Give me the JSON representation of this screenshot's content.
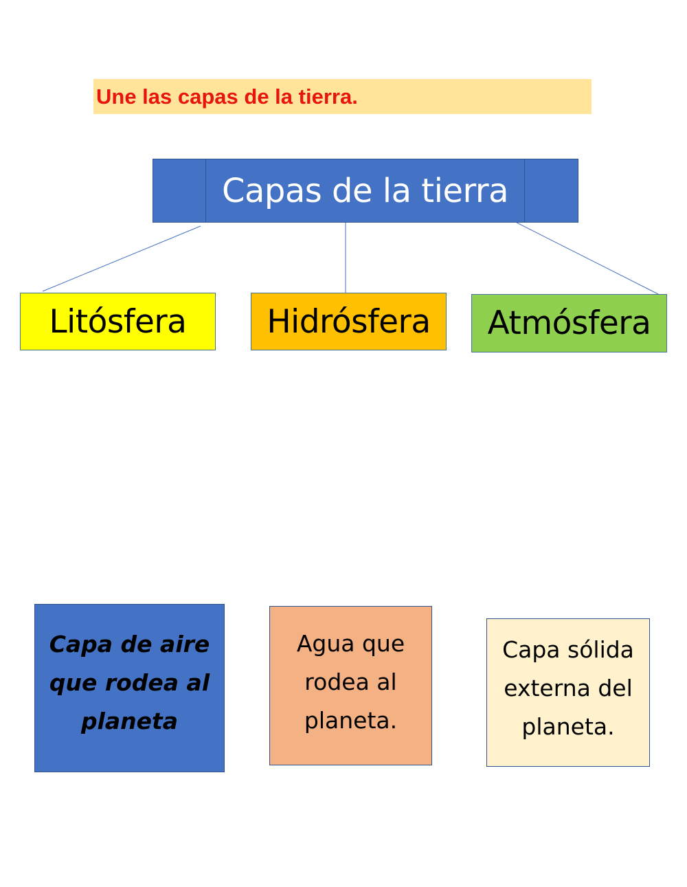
{
  "instruction": "Une las capas de la tierra.",
  "diagram": {
    "root": "Capas de la tierra",
    "layers": [
      "Litósfera",
      "Hidrósfera",
      "Atmósfera"
    ]
  },
  "cards": [
    {
      "lines": [
        "Capa de aire",
        "que rodea al",
        "planeta"
      ]
    },
    {
      "lines": [
        "Agua que",
        "rodea al",
        "planeta."
      ]
    },
    {
      "lines": [
        "Capa sólida",
        "externa del",
        "planeta."
      ]
    }
  ],
  "colors": {
    "instruction_text": "#e8150e",
    "instruction_bg": "#ffe49a",
    "root_bg": "#4472c4",
    "litosfera_bg": "#ffff00",
    "hidrosfera_bg": "#ffc000",
    "atmosfera_bg": "#8fd14f",
    "card_air_bg": "#4472c4",
    "card_water_bg": "#f4b183",
    "card_solid_bg": "#fff2cc"
  }
}
